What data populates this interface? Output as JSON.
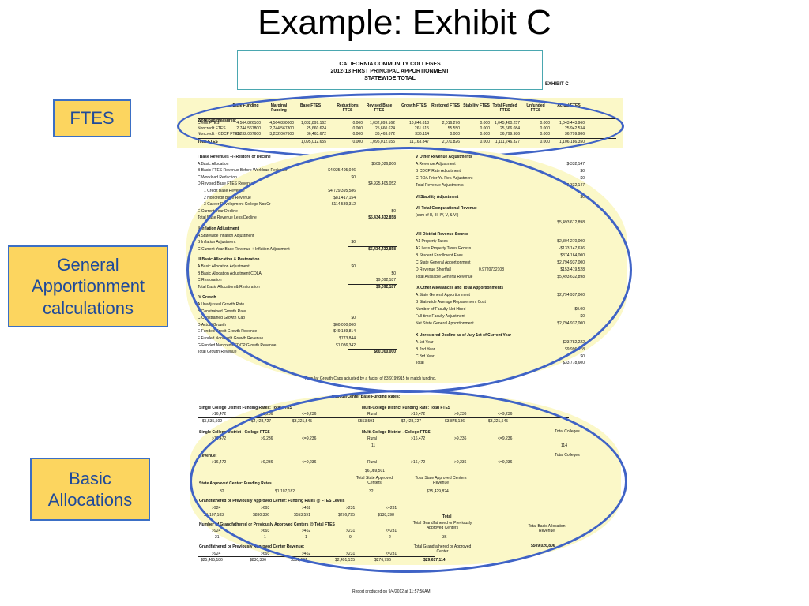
{
  "slide": {
    "title": "Example:  Exhibit C",
    "callouts": [
      "FTES",
      "General Apportionment calculations",
      "Basic Allocations"
    ]
  },
  "header": {
    "line1": "CALIFORNIA COMMUNITY COLLEGES",
    "line2": "2012-13 FIRST PRINCIPAL APPORTIONMENT",
    "line3": "STATEWIDE TOTAL",
    "exhibit": "EXHIBIT C"
  },
  "ftes": {
    "headers": [
      "Workload measures:",
      "Base Funding",
      "Marginal Funding",
      "Base FTES",
      "Reductions FTES",
      "Revised Base FTES",
      "Growth FTES",
      "Restored FTES",
      "Stability FTES",
      "Total Funded FTES",
      "Unfunded FTES",
      "Actual FTES"
    ],
    "rows": [
      [
        "Credit FTES",
        "4,564.826100",
        "4,564.830000",
        "1,032,899.162",
        "0.000",
        "1,032,899.162",
        "10,840.618",
        "2,016.276",
        "0.000",
        "1,045,460.257",
        "0.000",
        "1,043,443.960"
      ],
      [
        "Noncredit FTES",
        "2,744.567800",
        "2,744.567800",
        "25,660.624",
        "0.000",
        "25,660.624",
        "261.515",
        "55.550",
        "0.000",
        "25,666.084",
        "0.000",
        "25,942.534"
      ],
      [
        "Noncredit - CDCP FTES",
        "3,232.067600",
        "3,232.067600",
        "36,463.672",
        "0.000",
        "36,463.672",
        "336.114",
        "0.000",
        "0.000",
        "36,799.986",
        "0.000",
        "36,799.986"
      ],
      [
        "Total FTES",
        "",
        "",
        "1,095,012.655",
        "0.000",
        "1,095,012.655",
        "11,163.847",
        "2,071.826",
        "0.000",
        "1,111,246.327",
        "0.000",
        "1,106,186.350"
      ]
    ]
  },
  "general": {
    "left": [
      {
        "label": "I  Base Revenues +/- Restore or Decline",
        "bold": true
      },
      {
        "label": "A  Basic Allocation",
        "c2": "$509,026,806"
      },
      {
        "label": "B Basic FTES Revenue Before Workload Reduction",
        "c1": "$4,925,405,046"
      },
      {
        "label": "C  Workload Reduction",
        "c1": "$0"
      },
      {
        "label": "D  Revised Base FTES Revenue",
        "c2": "$4,925,405,052"
      },
      {
        "label": "1  Credit Base Revenue",
        "c1": "$4,729,395,586"
      },
      {
        "label": "2  Noncredit Base Revenue",
        "c1": "$81,417,154"
      },
      {
        "label": "3  Career Development College NonCr",
        "c1": "$114,589,312"
      },
      {
        "label": "E  Current Year Decline",
        "c2": "$0"
      },
      {
        "label": "Total Base Revenue Less Decline",
        "c3": "$5,434,432,858"
      },
      {
        "label": "II  Inflation Adjustment",
        "bold": true
      },
      {
        "label": "A  Statewide Inflation Adjustment"
      },
      {
        "label": "B  Inflation Adjustment",
        "c1": "$0"
      },
      {
        "label": "C  Current Year Base Revenue + Inflation Adjustment",
        "c3": "$5,434,432,858"
      },
      {
        "label": "III  Basic Allocation & Restoration",
        "bold": true
      },
      {
        "label": "A  Basic Allocation Adjustment",
        "c1": "$0"
      },
      {
        "label": "B  Basic Allocation Adjustment COLA",
        "c2": "$0"
      },
      {
        "label": "C  Restoration",
        "c2": "$9,092,187"
      },
      {
        "label": "Total Basic Allocation & Restoration",
        "c3": "$9,092,187"
      },
      {
        "label": "IV  Growth",
        "bold": true
      },
      {
        "label": "A  Unadjusted Growth Rate"
      },
      {
        "label": "B  Constrained Growth Rate"
      },
      {
        "label": "C  Constrained Growth Cap",
        "c1": "$0"
      },
      {
        "label": "D  Actual Growth",
        "c1": "$60,000,000"
      },
      {
        "label": "E  Funded Credit Growth Revenue",
        "c1": "$49,139,814"
      },
      {
        "label": "F  Funded Noncredit Growth Revenue",
        "c1": "$773,844"
      },
      {
        "label": "G  Funded Noncredit CDCP Growth Revenue",
        "c1": "$1,086,342"
      },
      {
        "label": "Total Growth Revenue",
        "c3": "$60,000,000"
      }
    ],
    "right": [
      {
        "label": "V  Other Revenue Adjustments",
        "bold": true
      },
      {
        "label": "A  Revenue Adjustment",
        "v": "$-332,147"
      },
      {
        "label": "B  CDCP Rate Adjustment",
        "v": "$0"
      },
      {
        "label": "C  ROA Prior Yr. Rev. Adjustment",
        "v": "$0"
      },
      {
        "label": "Total Revenue Adjustments",
        "v": "$-332,147"
      },
      {
        "label": "VI  Stability Adjustment",
        "bold": true,
        "v": "$0"
      },
      {
        "label": "VII  Total Computational Revenue",
        "bold": true
      },
      {
        "label": "(sum of II, III, IV, V, & VI)"
      },
      {
        "label": "",
        "v": "$5,493,612,898"
      },
      {
        "label": "VIII  District Revenue Source",
        "bold": true
      },
      {
        "label": "A1  Property Taxes",
        "v": "$2,304,270,000"
      },
      {
        "label": "A2  Less Property Taxes Excess",
        "v": "-$133,147,636"
      },
      {
        "label": "B  Student Enrollment Fees",
        "v": "$374,164,000"
      },
      {
        "label": "C  State General Apportionment",
        "v": "$2,794,937,000"
      },
      {
        "label": "D  Revenue Shortfall",
        "mid": "0.9720732108",
        "v": "$153,419,528"
      },
      {
        "label": "Total Available General Revenue",
        "v": "$5,493,632,898"
      },
      {
        "label": "IX  Other Allowances and Total Apportionments",
        "bold": true
      },
      {
        "label": "A  State General Apportionment",
        "v": "$2,794,937,000"
      },
      {
        "label": "B  Statewide Average Replacement Cost"
      },
      {
        "label": "Number of Faculty Not Hired",
        "v": "$0.00"
      },
      {
        "label": "Full-time Faculty Adjustment",
        "v": "$0"
      },
      {
        "label": "Net State General Apportionment",
        "v": "$2,794,937,000"
      },
      {
        "label": "X  Unrestored Decline as of July 1st of Current Year",
        "bold": true
      },
      {
        "label": "A  1st Year",
        "v": "$23,782,222"
      },
      {
        "label": "B  2nd Year",
        "v": "$9,996,378"
      },
      {
        "label": "C  3rd Year",
        "v": "$0"
      },
      {
        "label": "Total",
        "v": "$33,778,600"
      }
    ],
    "footnote": "Regular Growth Caps adjusted by a factor of 83.9199915 to match funding."
  },
  "basic": {
    "title": "College/Center Base Funding Rates:",
    "single_rates_label": "Single College District Funding Rates: Total FTES",
    "multi_rates_label": "Multi-College District Funding Rate: Total FTES",
    "rates_headers": [
      ">16,472",
      ">9,236",
      "<=9,236",
      "Rural",
      ">16,472",
      ">9,236",
      "<=9,236"
    ],
    "rates_values": [
      "$5,535,502",
      "$4,428,727",
      "$3,321,545",
      "$553,591",
      "$4,428,727",
      "$3,875,136",
      "$3,321,545"
    ],
    "single_college_label": "Single College District - College FTES",
    "multi_college_label": "Multi-College District - College FTES:",
    "total_colleges": "Total Colleges",
    "colleges_value": "114",
    "rural_count": "11",
    "revenue_label": "Revenue:",
    "total_colleges_2": "Total Colleges",
    "revenue_value": "$6,089,501",
    "centers_label": "State Approved Center: Funding Rates",
    "total_centers": "Total State Approved Centers",
    "total_centers_rev": "Total State Approved Centers Revenue",
    "centers_rate": "$1,107,182",
    "centers_count": "32",
    "centers_count_left": "32",
    "centers_revenue": "$35,429,824",
    "gf_rates_label": "Grandfathered or Previously Approved Center: Funding Rates @ FTES Levels",
    "gf_headers": [
      ">924",
      ">693",
      ">462",
      ">231",
      "<=231"
    ],
    "gf_values": [
      "$1,107,183",
      "$830,386",
      "$553,591",
      "$276,795",
      "$138,398"
    ],
    "gf_num_label": "Number of Grandfathered or Previously Approved Centers @ Total FTES",
    "gf_counts": [
      "21",
      "1",
      "1",
      "9",
      "2"
    ],
    "gf_total_label": "Total Grandfathered or Previously Approved Centers",
    "gf_total_count": "36",
    "total_basic_label": "Total Basic Allocation Revenue",
    "total_basic_value": "$509,026,806",
    "gf_rev_label": "Grandfathered or Previously Approved Center Revenue:",
    "gf_revs": [
      "$25,465,186",
      "$830,386",
      "$553,591",
      "$2,491,155",
      "$276,796"
    ],
    "gf_rev_total_label": "Total Grandfathered or Approved Center",
    "gf_rev_total": "$29,617,114"
  },
  "footer": "Report produced on 9/4/2012 at 11:57:56AM"
}
